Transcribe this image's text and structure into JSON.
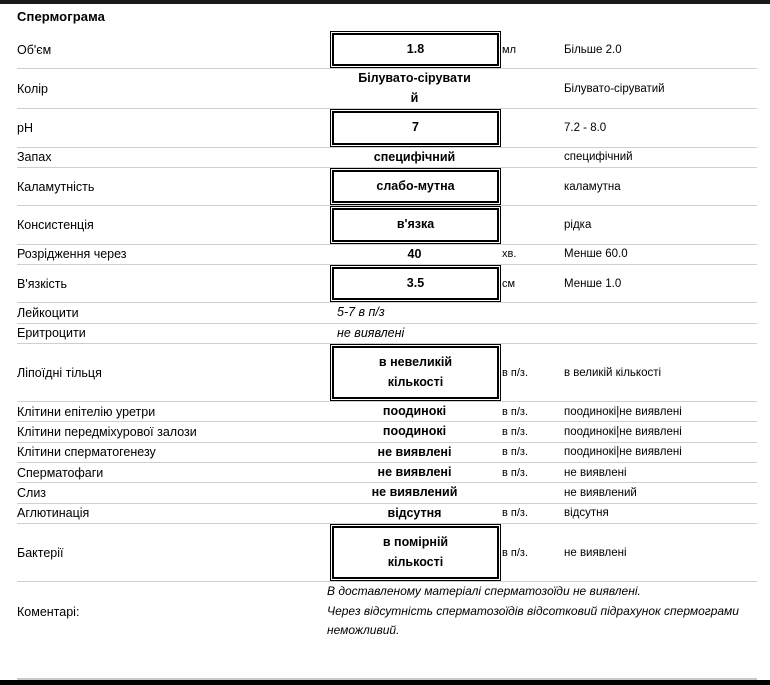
{
  "document": {
    "title": "Спермограма"
  },
  "rows": [
    {
      "name": "Об'єм",
      "value": "1.8",
      "boxed": true,
      "unit": "мл",
      "reference": "Більше 2.0"
    },
    {
      "name": "Колір",
      "value": "Білувато-сірувати",
      "value_line2": "й",
      "boxed": false,
      "unit": "",
      "reference": "Білувато-сіруватий"
    },
    {
      "name": "pH",
      "value": "7",
      "boxed": true,
      "unit": "",
      "reference": "7.2 - 8.0"
    },
    {
      "name": "Запах",
      "value": "специфічний",
      "boxed": false,
      "unit": "",
      "reference": "специфічний"
    },
    {
      "name": "Каламутність",
      "value": "слабо-мутна",
      "boxed": true,
      "unit": "",
      "reference": "каламутна"
    },
    {
      "name": "Консистенція",
      "value": "в'язка",
      "boxed": true,
      "unit": "",
      "reference": "рідка"
    },
    {
      "name": "Розрідження через",
      "value": "40",
      "boxed": false,
      "unit": "хв.",
      "reference": "Менше 60.0"
    },
    {
      "name": "В'язкість",
      "value": "3.5",
      "boxed": true,
      "unit": "см",
      "reference": "Менше 1.0"
    },
    {
      "name": "Лейкоцити",
      "value": "5-7 в п/з",
      "boxed": false,
      "italic": true,
      "unit": "",
      "reference": ""
    },
    {
      "name": "Еритроцити",
      "value": "не виявлені",
      "boxed": false,
      "italic": true,
      "unit": "",
      "reference": ""
    },
    {
      "name": "Ліпоїдні тільця",
      "value": "в невеликій",
      "value_line2": "кількості",
      "boxed": true,
      "unit": "в п/з.",
      "reference": "в великій кількості"
    },
    {
      "name": "Клітини епітелію уретри",
      "value": "поодинокі",
      "boxed": false,
      "unit": "в п/з.",
      "reference": "поодинокі|не виявлені"
    },
    {
      "name": "Клітини передміхурової залози",
      "value": "поодинокі",
      "boxed": false,
      "unit": "в п/з.",
      "reference": "поодинокі|не виявлені"
    },
    {
      "name": "Клітини сперматогенезу",
      "value": "не виявлені",
      "boxed": false,
      "unit": "в п/з.",
      "reference": "поодинокі|не виявлені"
    },
    {
      "name": "Сперматофаги",
      "value": "не виявлені",
      "boxed": false,
      "unit": "в п/з.",
      "reference": "не виявлені"
    },
    {
      "name": "Слиз",
      "value": "не виявлений",
      "boxed": false,
      "unit": "",
      "reference": "не виявлений"
    },
    {
      "name": "Аглютинація",
      "value": "відсутня",
      "boxed": false,
      "unit": "в п/з.",
      "reference": "відсутня"
    },
    {
      "name": "Бактерії",
      "value": "в помірній",
      "value_line2": "кількості",
      "boxed": true,
      "unit": "в п/з.",
      "reference": "не виявлені"
    }
  ],
  "comments": {
    "label": "Коментарі:",
    "lines": [
      "В доставленому матеріалі сперматозоїди не виявлені.",
      "Через відсутність сперматозоїдів відсотковий підрахунок спермограми",
      "неможливий."
    ]
  }
}
